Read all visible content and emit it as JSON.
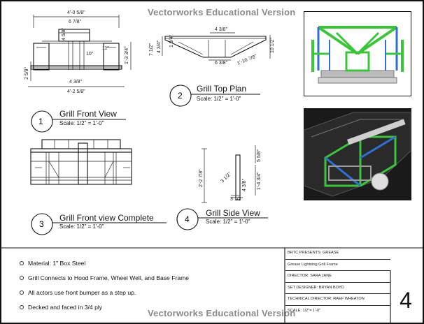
{
  "watermark": "Vectorworks Educational Version",
  "views": {
    "front": {
      "number": "1",
      "title": "Grill Front View",
      "scale": "Scale: 1/2\" = 1'-0\""
    },
    "top": {
      "number": "2",
      "title": "Grill Top Plan",
      "scale": "Scale: 1/2\" = 1'-0\""
    },
    "front_complete": {
      "number": "3",
      "title": "Grill Front view Complete",
      "scale": "Scale: 1/2\" = 1'-0\""
    },
    "side": {
      "number": "4",
      "title": "Grill Side View",
      "scale": "Scale: 1/2\" = 1'-0\""
    }
  },
  "dims": {
    "front": [
      "4'-0 5/8\"",
      "6 7/8\"",
      "4 5/8\"",
      "11\"",
      "10\"",
      "1'-3 3/4\"",
      "2 5/8\"",
      "4 3/8\"",
      "4'-2 5/8\""
    ],
    "top": [
      "4 3/8\"",
      "7 1/2\"",
      "4 3/4\"",
      "1 3/4\"",
      "10 1/2\"",
      "1'-10 7/8\"",
      "6 3/8\""
    ],
    "side": [
      "5 5/8\"",
      "2'-2 7/8\"",
      "1'-4 3/4\"",
      "3 1/2\"",
      "4 3/8\"",
      "3 1/2\""
    ]
  },
  "notes": [
    "Material: 1\" Box Steel",
    "Grill Connects to Hood Frame, Wheel Well, and Base Frame",
    "All actors use front bumper as a step up.",
    "Decked and faced in 3/4 ply"
  ],
  "title_block": {
    "presents": "BRTC PRESENTS: GREASE",
    "project": "Grease Lightning Grill Frame",
    "director": "DIRECTOR: SARA JANE",
    "set_designer": "SET DESIGNER: BRYAN BOYD",
    "technical_director": "TECHNICAL DIRECTOR: RAEF WHEATON",
    "scale": "SCALE: 1/2\"= 1'-0\"",
    "sheet_number": "4"
  },
  "colors": {
    "frame_green": "#3cc43c",
    "frame_blue": "#2f6fd6",
    "frame_gray": "#9a9a9a"
  }
}
